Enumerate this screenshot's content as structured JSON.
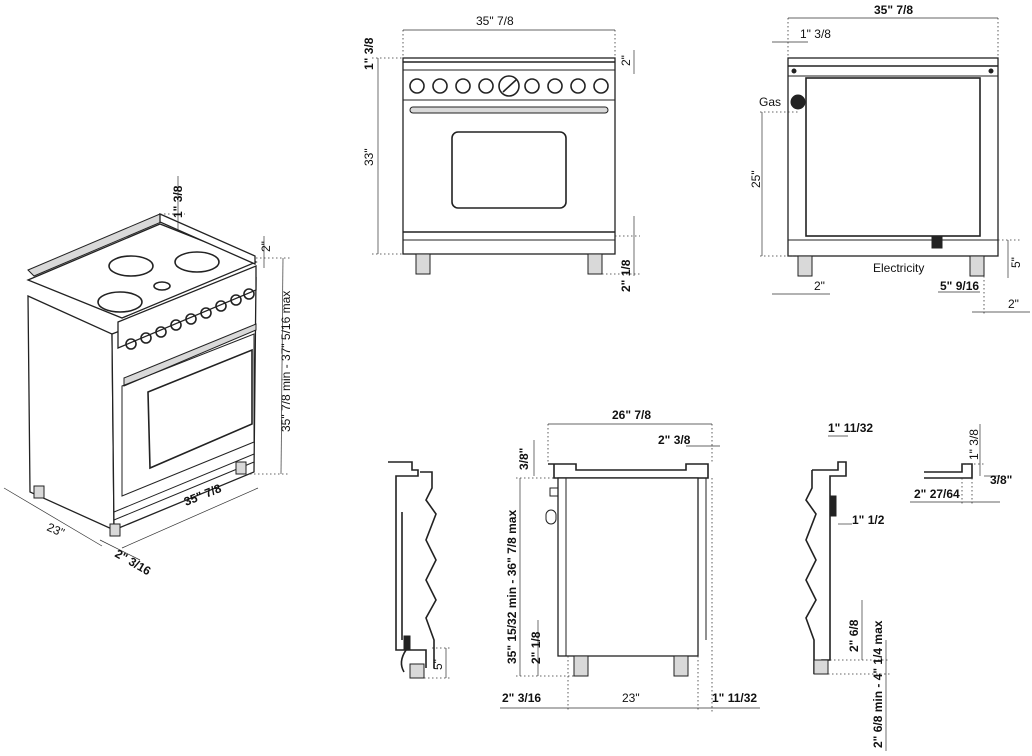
{
  "dimensions": {
    "iso_overall_height": "35\" 7/8 min - 37\" 5/16 max",
    "iso_depth": "23\"",
    "iso_width": "35\" 7/8",
    "iso_foot": "2\" 3/16",
    "iso_backguard": "1\" 3/8",
    "iso_top_step": "2\"",
    "front_width": "35\" 7/8",
    "front_backguard": "1\" 3/8",
    "front_height": "33\"",
    "front_top": "2\"",
    "front_leg": "2\" 1/8",
    "rear_width": "35\" 7/8",
    "rear_gas_offset": "1\" 3/8",
    "rear_gas_height": "25\"",
    "rear_bottom_left": "2\"",
    "rear_elec_offset": "5\" 9/16",
    "rear_elec_height": "5\"",
    "rear_bottom_right": "2\"",
    "side_top_width": "26\" 7/8",
    "side_top_offset": "2\" 3/8",
    "side_backguard": "3/8\"",
    "side_height": "35\" 15/32 min - 36\" 7/8 max",
    "side_leg": "2\" 1/8",
    "side_depth": "23\"",
    "side_front_offset": "2\" 3/16",
    "side_rear_offset": "1\" 11/32",
    "left_section_leg": "5\"",
    "right_section_top": "1\" 11/32",
    "right_section_panel": "1\" 1/2",
    "right_section_foot": "2\" 6/8",
    "right_section_leg_range": "2\" 6/8 min - 4\" 1/4 max",
    "detail_top": "1\" 3/8",
    "detail_step": "3/8\"",
    "detail_width": "2\" 27/64"
  },
  "labels": {
    "gas": "Gas",
    "electricity": "Electricity"
  }
}
